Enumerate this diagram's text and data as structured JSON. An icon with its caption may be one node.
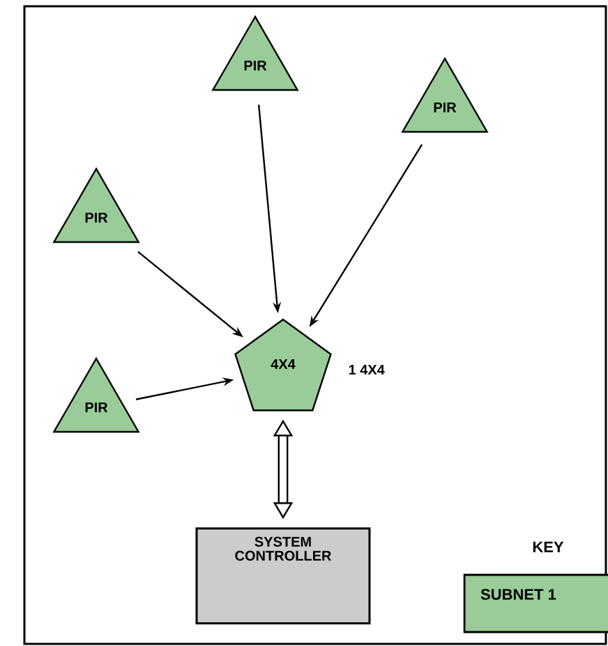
{
  "diagram": {
    "nodes": [
      {
        "text": [
          "PIR"
        ]
      },
      {
        "text": [
          "PIR"
        ]
      },
      {
        "text": [
          "PIR"
        ]
      },
      {
        "text": [
          "PIR"
        ]
      },
      {
        "text": [
          "4X4"
        ],
        "beside": [
          "1 4X4"
        ]
      },
      {
        "text": [
          "SYSTEM CONTROLLER"
        ]
      }
    ],
    "edges": [
      {
        "from": 0,
        "to": 4,
        "arrow": "to"
      },
      {
        "from": 1,
        "to": 4,
        "arrow": "to"
      },
      {
        "from": 2,
        "to": 4,
        "arrow": "to"
      },
      {
        "from": 3,
        "to": 4,
        "arrow": "to"
      },
      {
        "from": 4,
        "to": 5,
        "arrow": "both",
        "style": "thick"
      }
    ],
    "labels": [
      "KEY"
    ],
    "legend": [
      {
        "text": "SUBNET 1",
        "color": "#99cc99"
      }
    ]
  }
}
